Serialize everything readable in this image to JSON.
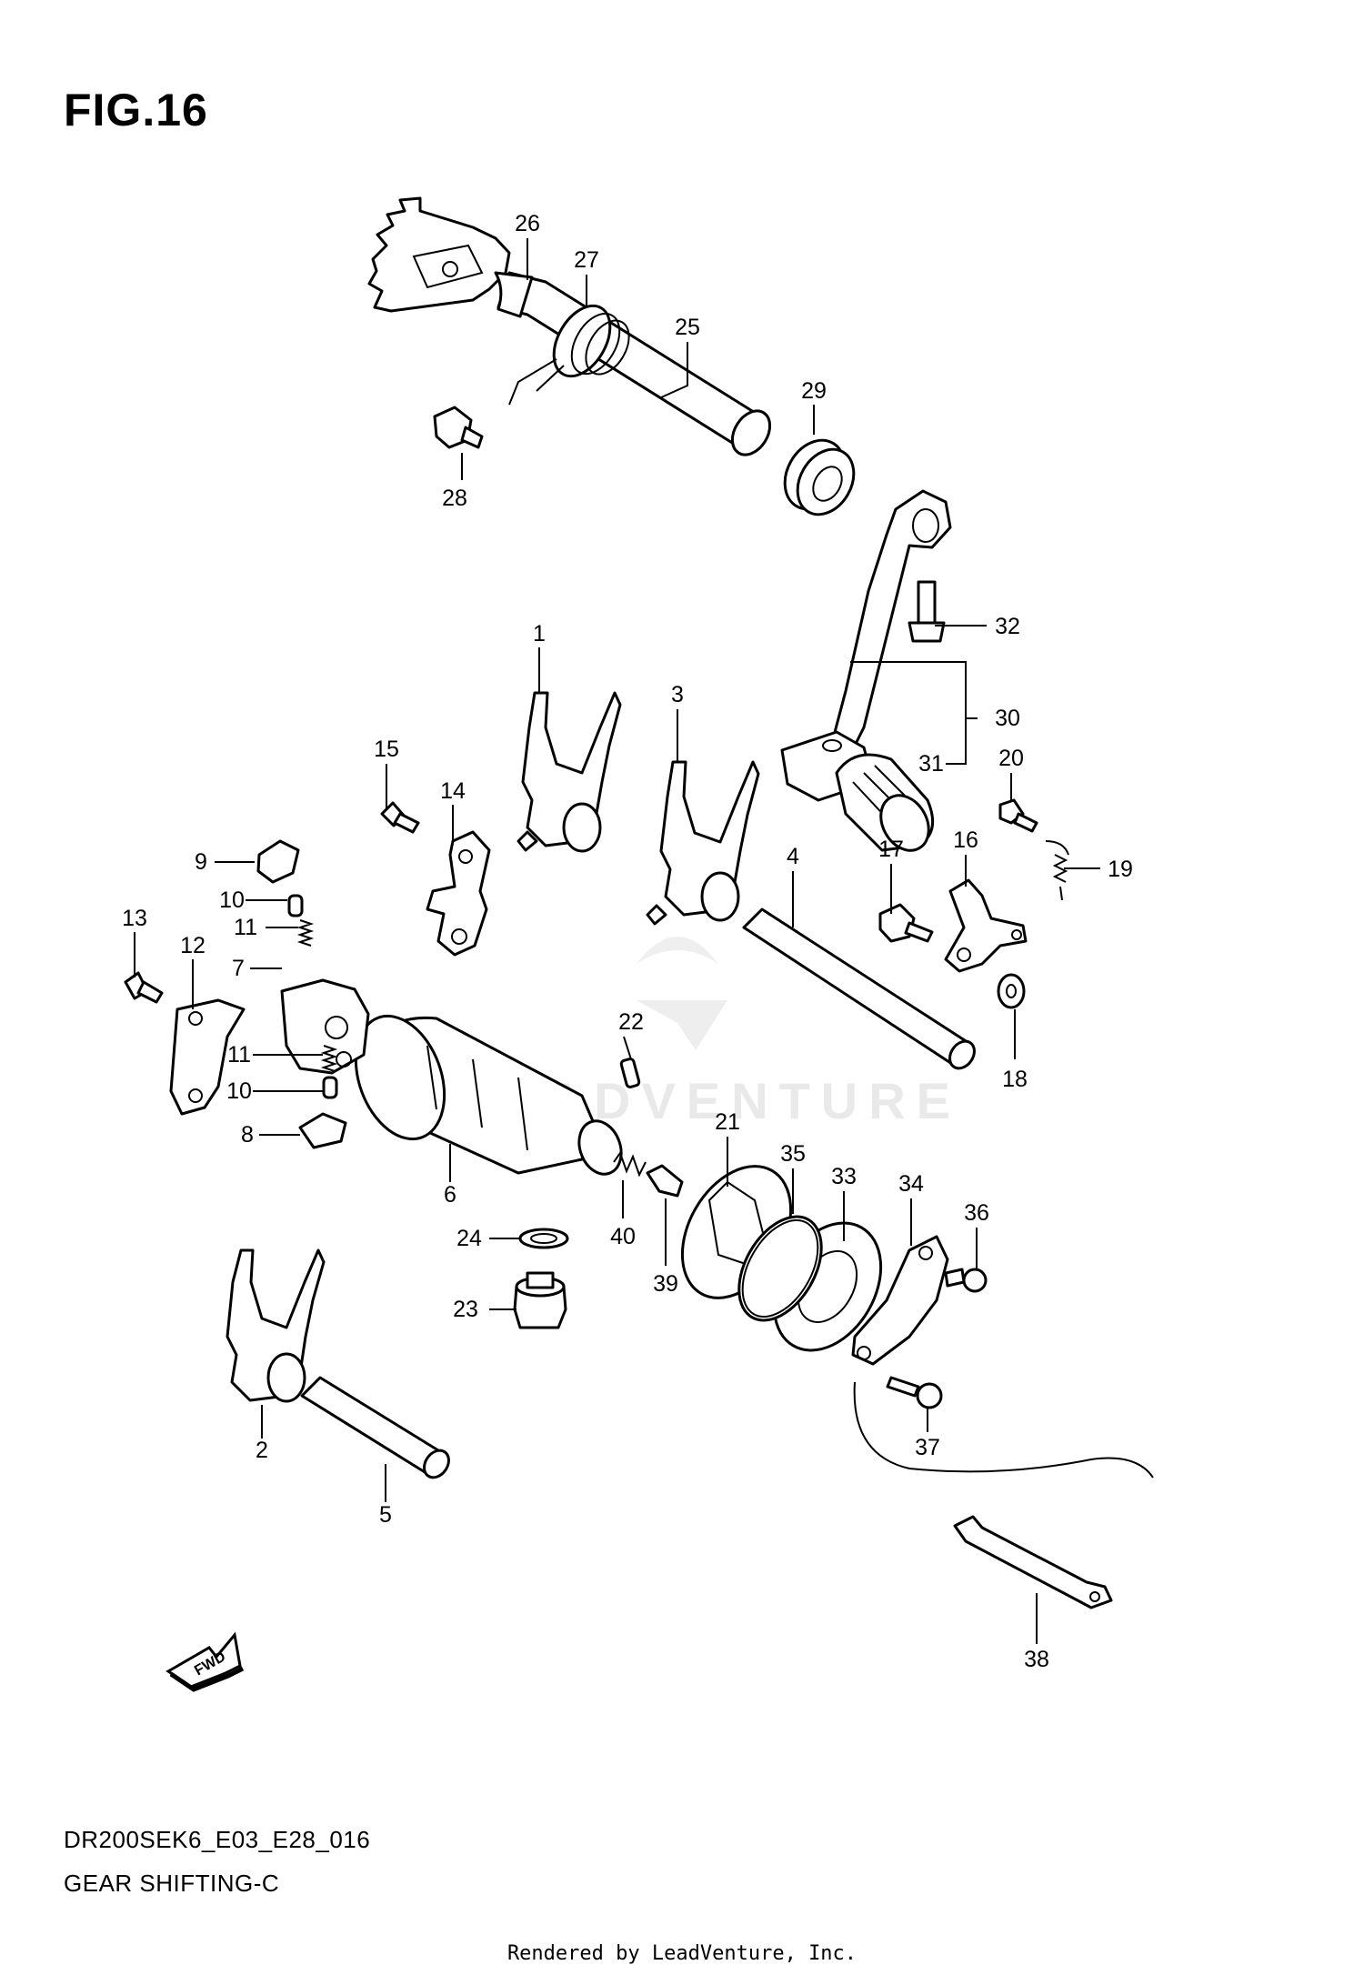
{
  "figure": {
    "title": "FIG.16",
    "model_code": "DR200SEK6_E03_E28_016",
    "section_name": "GEAR SHIFTING-C",
    "render_credit": "Rendered by LeadVenture, Inc.",
    "watermark": "LEADVENTURE",
    "fwd_label": "FWD"
  },
  "callouts": [
    "1",
    "2",
    "3",
    "4",
    "5",
    "6",
    "7",
    "8",
    "9",
    "10",
    "10",
    "11",
    "11",
    "12",
    "13",
    "14",
    "15",
    "16",
    "17",
    "18",
    "19",
    "20",
    "21",
    "22",
    "23",
    "24",
    "25",
    "26",
    "27",
    "28",
    "29",
    "30",
    "31",
    "32",
    "33",
    "34",
    "35",
    "36",
    "37",
    "38",
    "39",
    "40"
  ],
  "parts": [
    "shift-fork-1",
    "shift-fork-2",
    "shift-fork-3",
    "fork-shaft-4",
    "fork-shaft-5",
    "gearshift-cam-6",
    "cam-driven-gear-7",
    "cam-stopper-8",
    "stopper-9",
    "pin-10",
    "spring-11",
    "stopper-plate-12",
    "screw-13",
    "cam-stopper-14",
    "bolt-15",
    "cam-stopper-16",
    "bolt-17",
    "washer-18",
    "spring-19",
    "bolt-20",
    "stopper-21",
    "pin-22",
    "plug-23",
    "gasket-24",
    "shift-shaft-25",
    "arm-26",
    "spring-27",
    "bolt-28",
    "oil-seal-29",
    "gearshift-lever-30",
    "rubber-31",
    "bolt-32",
    "switch-33",
    "cover-34",
    "o-ring-35",
    "screw-36",
    "screw-37",
    "clamp-38",
    "pin-39",
    "spring-40"
  ]
}
